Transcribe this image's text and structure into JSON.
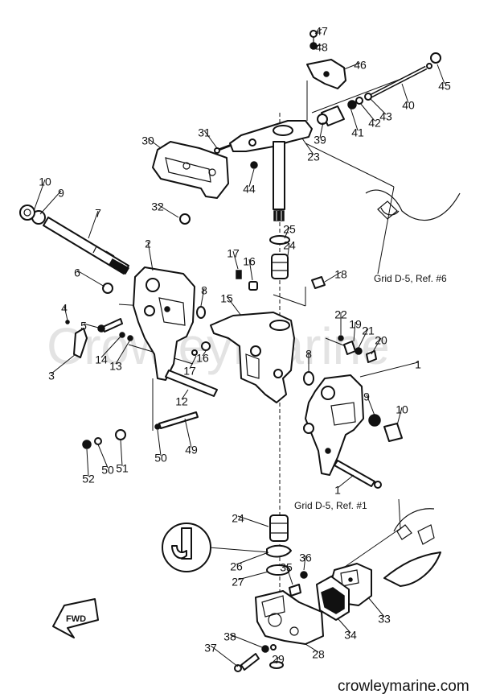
{
  "diagram": {
    "watermark": "CrowleyMarine",
    "site_text": "crowleymarine.com",
    "fwd_label": "FWD",
    "grid_refs": [
      "Grid D-5, Ref. #6",
      "Grid D-5, Ref. #1"
    ],
    "callouts": [
      "47",
      "48",
      "46",
      "45",
      "40",
      "43",
      "42",
      "41",
      "39",
      "31",
      "23",
      "30",
      "44",
      "10",
      "9",
      "7",
      "32",
      "25",
      "24",
      "2",
      "17",
      "16",
      "18",
      "6",
      "8",
      "4",
      "5",
      "15",
      "22",
      "19",
      "21",
      "20",
      "14",
      "13",
      "3",
      "17",
      "16",
      "8",
      "1",
      "12",
      "9",
      "10",
      "50",
      "49",
      "52",
      "50",
      "51",
      "1",
      "24",
      "26",
      "36",
      "35",
      "27",
      "33",
      "34",
      "38",
      "37",
      "28",
      "29"
    ]
  }
}
